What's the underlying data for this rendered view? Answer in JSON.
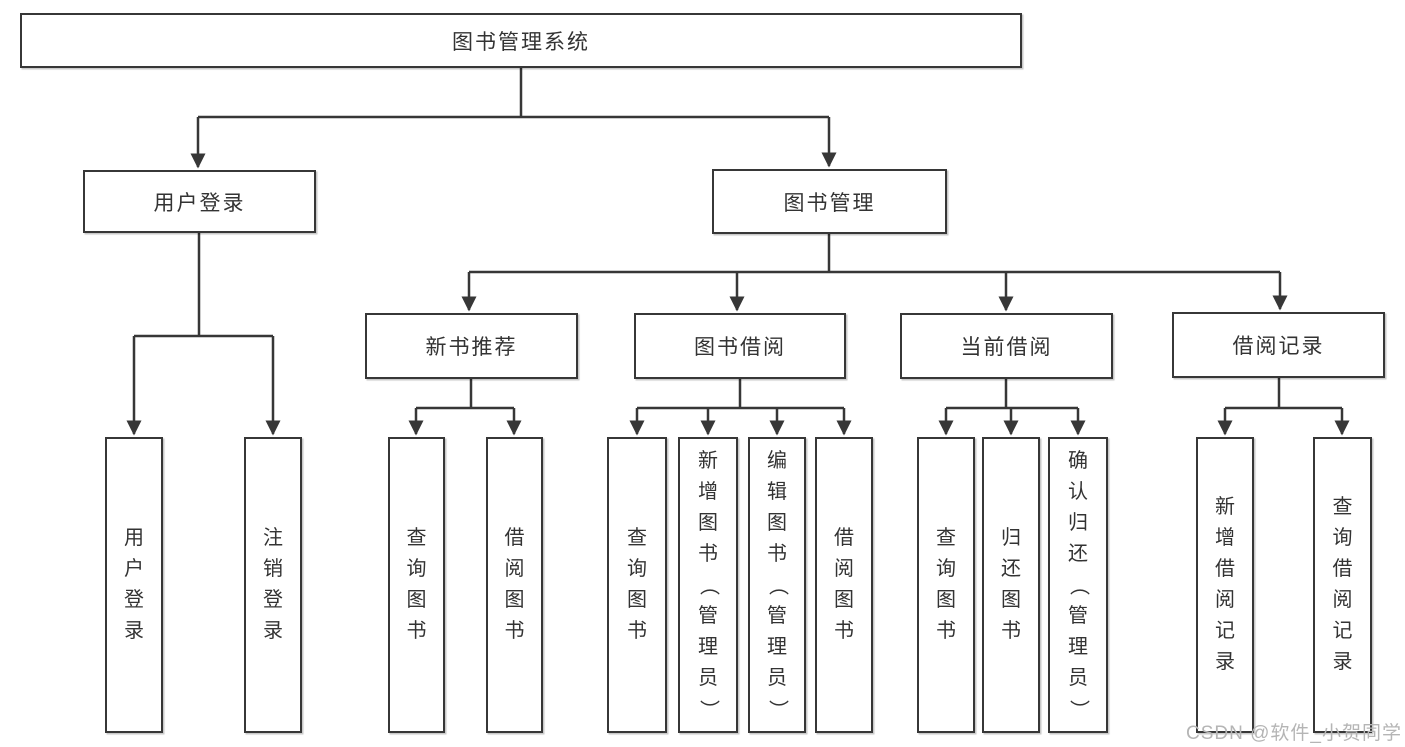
{
  "diagram": {
    "root": "图书管理系统",
    "level2": [
      "用户登录",
      "图书管理"
    ],
    "level3": [
      "新书推荐",
      "图书借阅",
      "当前借阅",
      "借阅记录"
    ],
    "leaves": {
      "user": [
        "用户登录",
        "注销登录"
      ],
      "recommend": [
        "查询图书",
        "借阅图书"
      ],
      "borrow": [
        "查询图书",
        "新增图书（管理员）",
        "编辑图书（管理员）",
        "借阅图书"
      ],
      "current": [
        "查询图书",
        "归还图书",
        "确认归还（管理员）"
      ],
      "records": [
        "新增借阅记录",
        "查询借阅记录"
      ]
    }
  },
  "watermark": "CSDN @软件_小贺同学",
  "colors": {
    "line": "#373737",
    "text": "#333333",
    "background": "#ffffff",
    "watermark": "#b5b5b5"
  }
}
